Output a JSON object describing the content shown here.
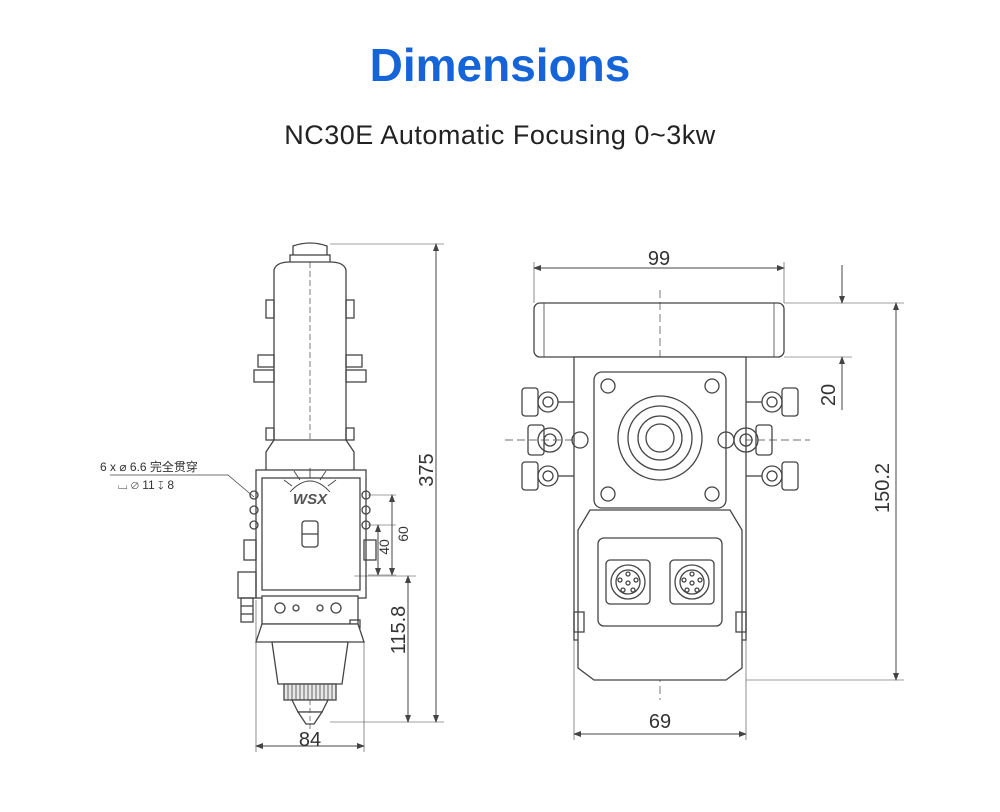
{
  "title": "Dimensions",
  "subtitle": "NC30E Automatic Focusing 0~3kw",
  "drawing": {
    "left_view": {
      "note_line1": "6 x ⌀ 6.6 完全贯穿",
      "note_line2": "⌴ ⌀ 11 ↧ 8",
      "logo_text": "WSX",
      "dims": {
        "height_total": "375",
        "width": "84",
        "lower": "115.8",
        "hole_40": "40",
        "hole_60": "60"
      }
    },
    "right_view": {
      "dims": {
        "top_width": "99",
        "bottom_width": "69",
        "height": "150.2",
        "flange": "20"
      }
    }
  },
  "colors": {
    "title": "#1565d8",
    "line": "#444444"
  }
}
